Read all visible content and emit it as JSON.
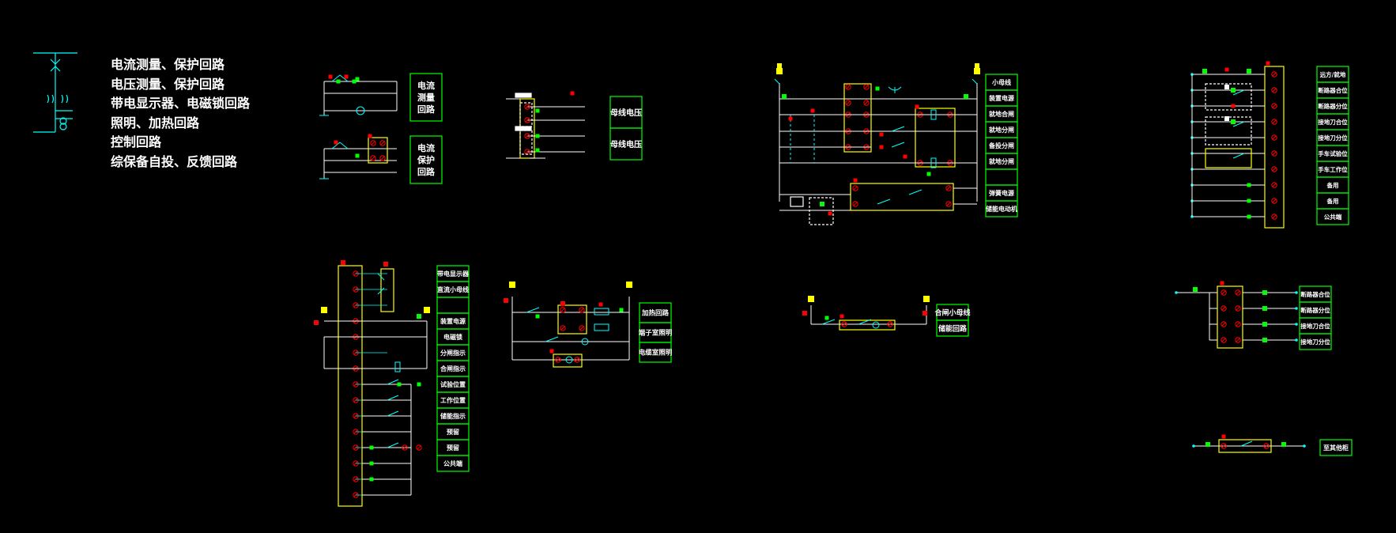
{
  "legend": {
    "lines": [
      "电流测量、保护回路",
      "电压测量、保护回路",
      "带电显示器、电磁锁回路",
      "照明、加热回路",
      "控制回路",
      "综保备自投、反馈回路"
    ]
  },
  "current_circuit": {
    "measure_label": "电流\n测量\n回路",
    "protect_label": "电流\n保护\n回路"
  },
  "voltage_circuit": {
    "labels": [
      "母线电压",
      "母线电压"
    ]
  },
  "control_circuit": {
    "labels": [
      "小母线",
      "装置电源",
      "就地合闸",
      "就地分闸",
      "备投分闸",
      "就地分闸",
      "",
      "弹簧电源",
      "储能电动机"
    ]
  },
  "feedback_circuit": {
    "labels": [
      "远方/就地",
      "断路器合位",
      "断路器分位",
      "接地刀合位",
      "接地刀分位",
      "手车试验位",
      "手车工作位",
      "备用",
      "备用",
      "公共端"
    ]
  },
  "display_lock_circuit": {
    "labels": [
      "带电显示器",
      "直流小母线",
      "",
      "装置电源",
      "电磁锁",
      "分闸指示",
      "合闸指示",
      "试验位置",
      "工作位置",
      "储能指示",
      "预留",
      "预留",
      "公共端"
    ]
  },
  "heat_light_circuit": {
    "labels": [
      "加热回路",
      "端子室照明",
      "电缆室照明"
    ]
  },
  "closing_circuit": {
    "labels": [
      "合闸小母线",
      "储能回路"
    ]
  },
  "remote_block": {
    "labels": [
      "断路器合位",
      "断路器分位",
      "接地刀合位",
      "接地刀分位"
    ]
  },
  "single_block": {
    "labels": [
      "至其他柜"
    ]
  },
  "colors": {
    "wire": "#ffffff",
    "terminal_block": "#ffff00",
    "label_box": "#00ff00",
    "node_red": "#ff0000",
    "node_green": "#00ff00",
    "switch_cyan": "#00ffff",
    "text": "#ffffff"
  }
}
